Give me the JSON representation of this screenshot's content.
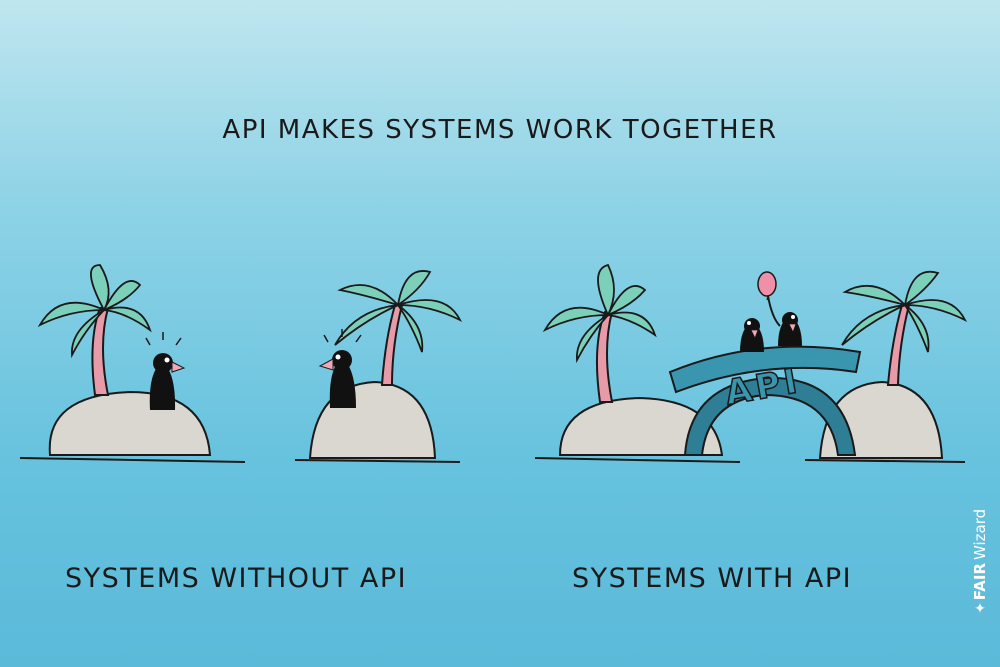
{
  "headline": "API MAKES SYSTEMS WORK TOGETHER",
  "left_panel": {
    "caption": "SYSTEMS WITHOUT API"
  },
  "right_panel": {
    "caption": "SYSTEMS WITH API",
    "bridge_label": "API"
  },
  "brand": {
    "strong": "FAIR",
    "light": "Wizard"
  },
  "colors": {
    "sea": "#66c2de",
    "sand": "#d9d7d0",
    "palm_leaf": "#7ccfb8",
    "palm_trunk": "#e79aa8",
    "bridge": "#2e7f96",
    "balloon": "#f090a8",
    "bird": "#111111",
    "beak": "#f0a8b8"
  }
}
